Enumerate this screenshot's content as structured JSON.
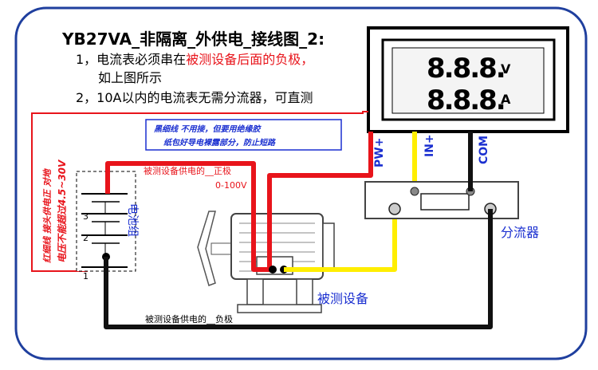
{
  "title": "YB27VA_非隔离_外供电_接线图_2:",
  "notes": {
    "line1a": "1，电流表必须串在",
    "line1b": "被测设备后面的负极，",
    "line1c": "如上图所示",
    "line2": "2，10A以内的电流表无需分流器，可直测"
  },
  "meter": {
    "digits_top": "8.8.8.",
    "digits_bottom": "8.8.8.",
    "unit_v": "V",
    "unit_a": "A"
  },
  "terminals": {
    "pw": "PW+",
    "in": "IN+",
    "com": "COM"
  },
  "thin_wire_note": {
    "line1": "黑细线 不用接，但要用绝缘胶",
    "line2": "纸包好导电裸露部分，防止短路"
  },
  "red_thin_wire_note": {
    "line1": "红细线 接头供电正 对地",
    "line2": "电压不能超过4.5~30V"
  },
  "battery": {
    "label": "电池组",
    "cell_numbers": [
      "3",
      "2",
      "1"
    ]
  },
  "positive_label": {
    "line1": "被测设备供电的__正极",
    "line2": "0-100V"
  },
  "negative_label": "被测设备供电的__负极",
  "shunt_label": "分流器",
  "device_label": "被测设备",
  "colors": {
    "red": "#e8141b",
    "yellow": "#ffee00",
    "black": "#111111",
    "blue_text": "#1a2fd0",
    "border": "#1f3f9e"
  }
}
